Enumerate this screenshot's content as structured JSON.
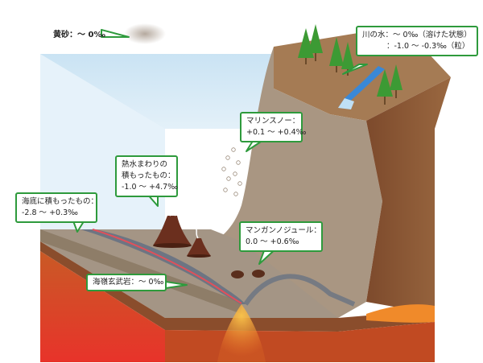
{
  "colors": {
    "callout_border": "#2e9a3c",
    "sky_top": "#c6e1f3",
    "seawater": "#ffffff",
    "continent": "#a08a6f",
    "continent_side": "#8a5a37",
    "sediment": "#8b7a63",
    "mantle": "#e2482a",
    "magma": "#f08a2a",
    "volcanic_cone": "#6b2f1e",
    "tree": "#3c9a34",
    "river": "#3a88d6",
    "basalt_band": "#6b7480",
    "basalt_line": "#e0505a"
  },
  "labels": {
    "yellow_sand": "黄砂：～ 0‰",
    "river_water_line1": "川の水：～ 0‰（溶けた状態）",
    "river_water_line2": "：-1.0 ～ -0.3‰（粒）",
    "marine_snow_line1": "マリンスノー：",
    "marine_snow_line2": "+0.1 ～ +0.4‰",
    "hydrothermal_line1": "熱水まわりの",
    "hydrothermal_line2": "積もったもの：",
    "hydrothermal_line3": "-1.0 ～ +4.7‰",
    "seafloor_sediment_line1": "海底に積もったもの：",
    "seafloor_sediment_line2": "-2.8 ～ +0.3‰",
    "manganese_nodule_line1": "マンガンノジュール：",
    "manganese_nodule_line2": "0.0 ～ +0.6‰",
    "ridge_basalt": "海嶺玄武岩：～ 0‰"
  }
}
